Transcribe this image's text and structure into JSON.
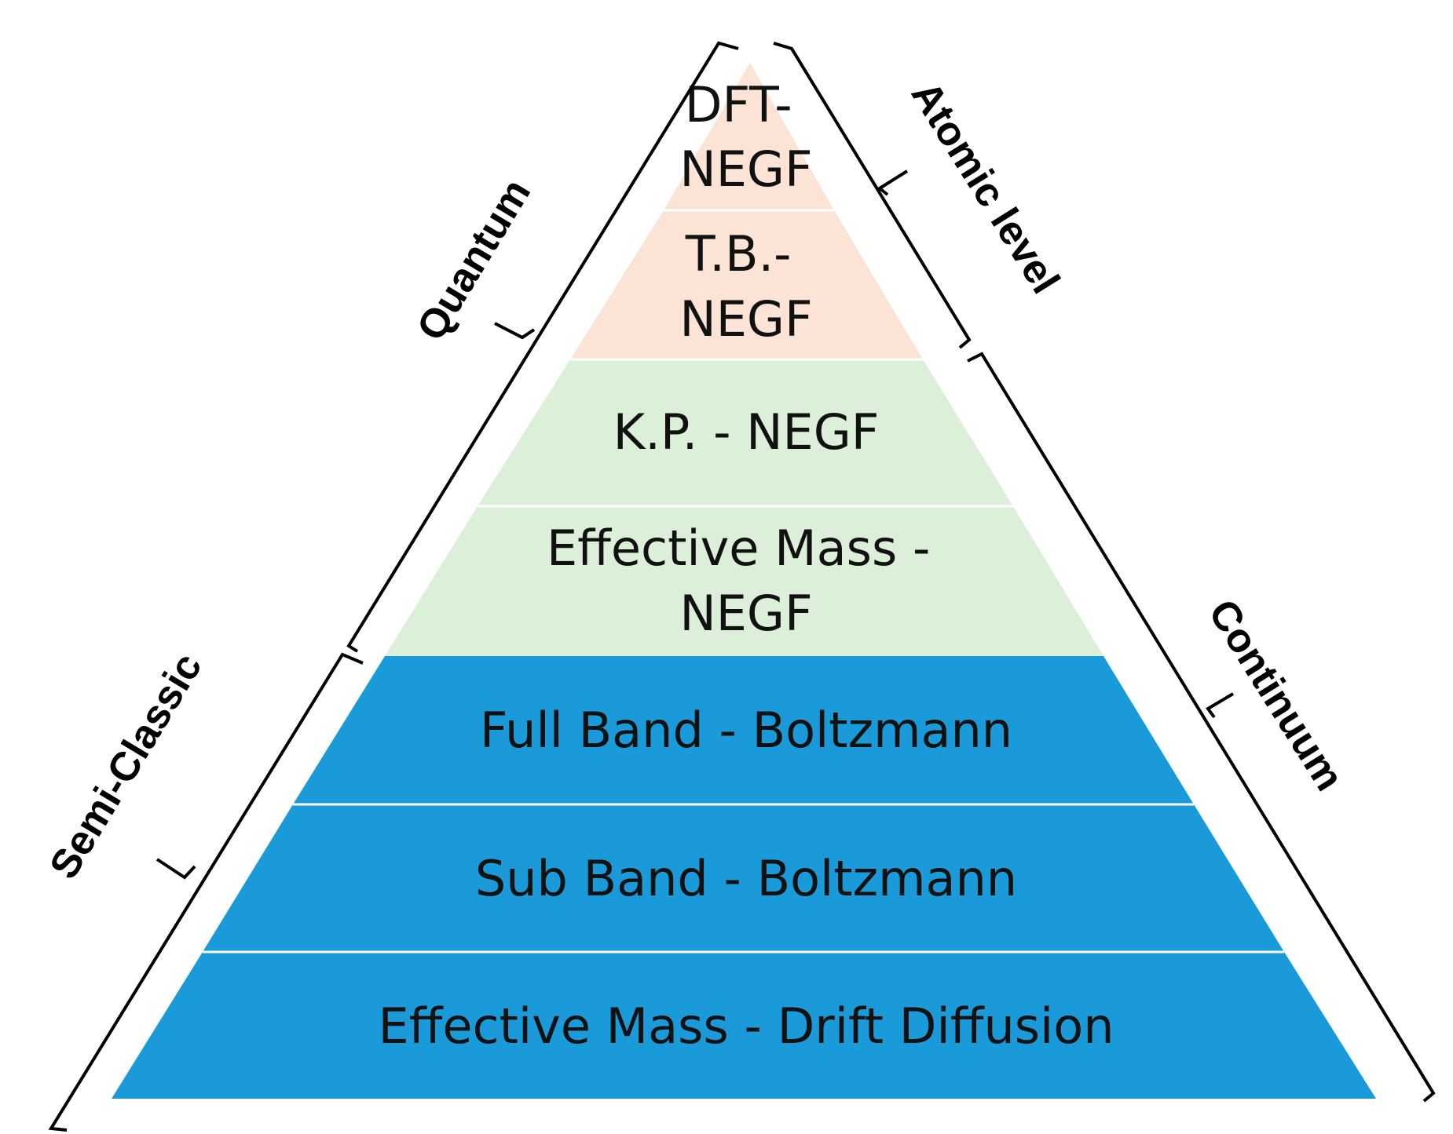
{
  "layers": [
    {
      "id": "dft-negf",
      "lines": [
        "DFT-",
        "NEGF"
      ],
      "color": "#fbe3d6"
    },
    {
      "id": "tb-negf",
      "lines": [
        "T.B.-",
        "NEGF"
      ],
      "color": "#fbe3d6"
    },
    {
      "id": "kp-negf",
      "lines": [
        "K.P. - NEGF"
      ],
      "color": "#dcefd8"
    },
    {
      "id": "effective-mass-negf",
      "lines": [
        "Effective Mass -",
        "NEGF"
      ],
      "color": "#dcefd8"
    },
    {
      "id": "full-band-boltzmann",
      "lines": [
        "Full Band - Boltzmann"
      ],
      "color": "#1a9ad8"
    },
    {
      "id": "sub-band-boltzmann",
      "lines": [
        "Sub Band - Boltzmann"
      ],
      "color": "#1a9ad8"
    },
    {
      "id": "effective-mass-drift-diffusion",
      "lines": [
        "Effective Mass - Drift Diffusion"
      ],
      "color": "#1a9ad8"
    }
  ],
  "left_labels": {
    "quantum": "Quantum",
    "semi_classic": "Semi-Classic"
  },
  "right_labels": {
    "atomic_level": "Atomic level",
    "continuum": "Continuum"
  }
}
